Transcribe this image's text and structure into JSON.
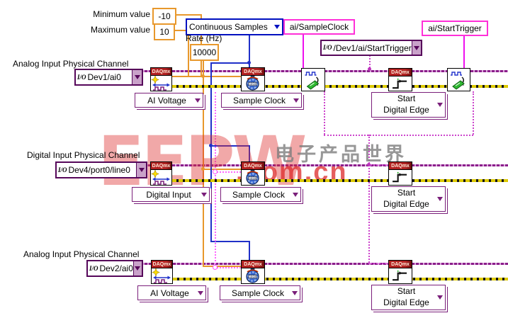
{
  "constants": {
    "minimum": {
      "label": "Minimum value",
      "value": "-10"
    },
    "maximum": {
      "label": "Maximum value",
      "value": "10"
    },
    "rate": {
      "label": "Rate (Hz)",
      "value": "10000"
    },
    "samples_mode": "Continuous Samples",
    "sample_clock_terminal": "ai/SampleClock",
    "start_trigger_terminal": "ai/StartTrigger",
    "trigger_source": "/Dev1/ai/StartTrigger"
  },
  "node_header": "DAQmx",
  "io_glyph": "I/O",
  "rows": [
    {
      "channel_label": "Analog Input Physical Channel",
      "channel": "Dev1/ai0",
      "channel_type": "AI Voltage",
      "timing_type": "Sample Clock",
      "trigger_line1": "Start",
      "trigger_line2": "Digital Edge"
    },
    {
      "channel_label": "Digital Input Physical Channel",
      "channel": "Dev4/port0/line0",
      "channel_type": "Digital Input",
      "timing_type": "Sample Clock",
      "trigger_line1": "Start",
      "trigger_line2": "Digital Edge"
    },
    {
      "channel_label": "Analog Input Physical Channel",
      "channel": "Dev2/ai0",
      "channel_type": "AI Voltage",
      "timing_type": "Sample Clock",
      "trigger_line1": "Start",
      "trigger_line2": "Digital Edge"
    }
  ],
  "watermark": {
    "logo": "EEPW",
    "site_name": "电子产品世界",
    "domain": ".com.cn"
  },
  "colors": {
    "numeric_wire": "#e8982c",
    "enum_wire": "#2030c8",
    "string_wire": "#ee10ee",
    "terminal_wire": "#cc44cc",
    "task_wire": "#8b1f8b",
    "error_wire": "#ddca00",
    "node_header_bg": "#b32222"
  }
}
